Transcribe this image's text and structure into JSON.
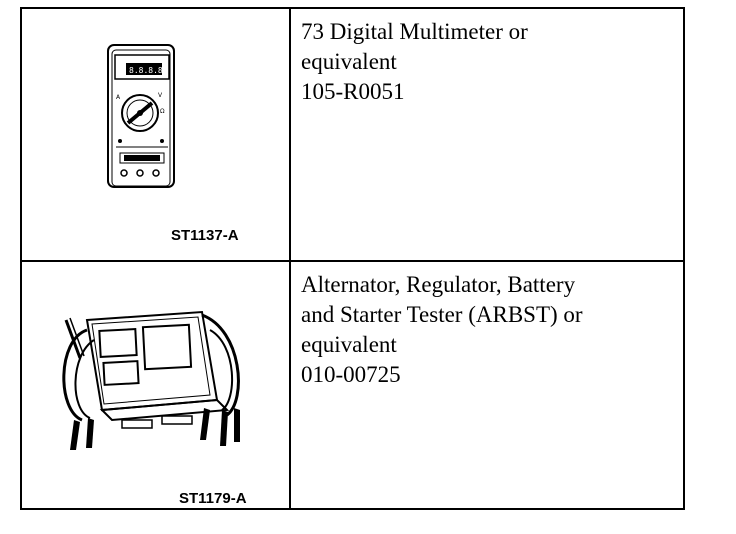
{
  "rows": [
    {
      "figure_code": "ST1137-A",
      "illustration": "multimeter-icon",
      "description_lines": [
        "73 Digital Multimeter or",
        "equivalent",
        "105-R0051"
      ]
    },
    {
      "figure_code": "ST1179-A",
      "illustration": "tester-icon",
      "description_lines": [
        "Alternator, Regulator, Battery",
        "and Starter Tester (ARBST) or",
        "equivalent",
        "010-00725"
      ]
    }
  ]
}
